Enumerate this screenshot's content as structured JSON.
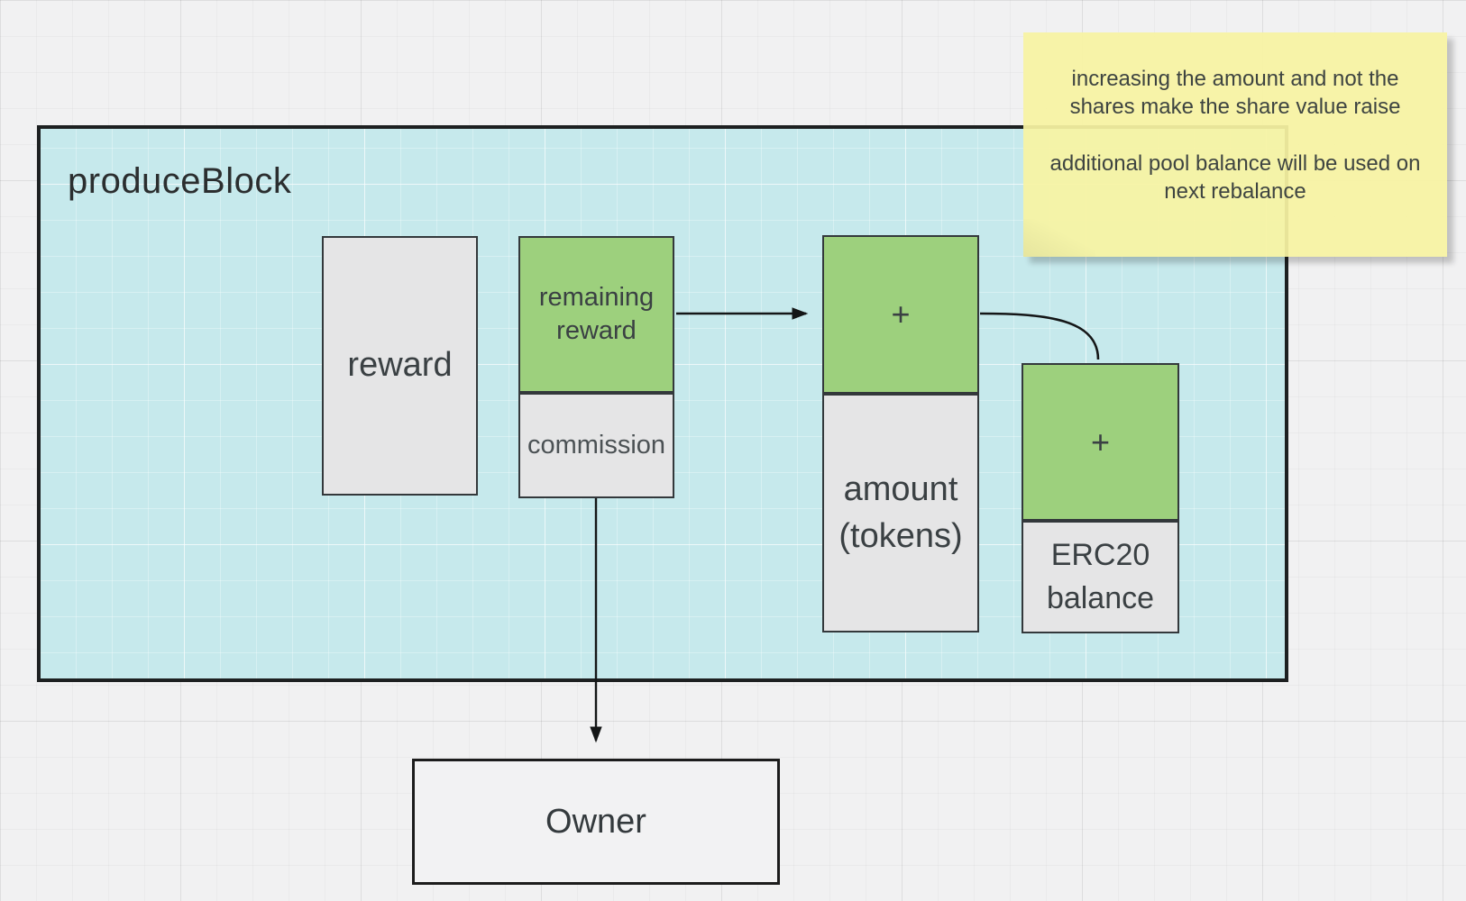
{
  "produce_block": {
    "title": "produceBlock"
  },
  "nodes": {
    "reward": {
      "label": "reward"
    },
    "remaining_reward": {
      "label": "remaining reward"
    },
    "commission": {
      "label": "commission"
    },
    "plus_amount": {
      "label": "+"
    },
    "amount": {
      "label": "amount (tokens)"
    },
    "plus_erc20": {
      "label": "+"
    },
    "erc20_balance": {
      "label": "ERC20 balance"
    },
    "owner": {
      "label": "Owner"
    }
  },
  "note": {
    "para1": "increasing the amount and not the shares make the share value raise",
    "para2": "additional pool balance will be used on next rebalance"
  },
  "connectors": {
    "remaining_to_plus": "arrow",
    "plus_to_erc20": "curve",
    "commission_to_owner": "arrow"
  },
  "colors": {
    "canvas_background": "#f1f1f2",
    "container_fill": "#c6e9ec",
    "container_border": "#1d2021",
    "green_fill": "#9dd07d",
    "gray_fill": "#e5e5e6",
    "node_border": "#33383b",
    "owner_fill": "#f2f2f3",
    "note_fill": "#f8f3a3",
    "arrow": "#141617",
    "label_text": "#3a4043"
  }
}
